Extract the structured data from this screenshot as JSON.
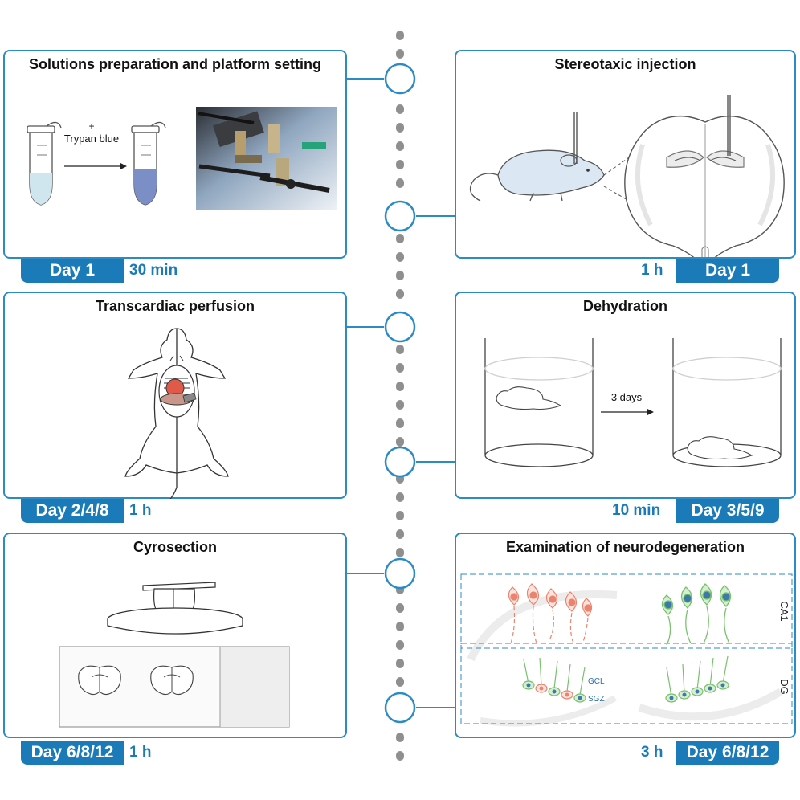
{
  "colors": {
    "accent": "#1a7bb8",
    "panel_border": "#2c8bc4",
    "timeline_dots": "#8f8f8f",
    "tube_liquid_clear": "#cfe6ee",
    "tube_liquid_blue": "#7b8fc6",
    "mouse_fill": "#dbe8f3",
    "heart": "#e05a4a",
    "liver": "#c9978a",
    "degenerating_neuron": "#e8846f",
    "healthy_neuron": "#7ac06f",
    "nucleus": "#3b7aa8"
  },
  "steps": [
    {
      "title": "Solutions preparation and platform setting",
      "day": "Day 1",
      "duration": "30 min",
      "labels": {
        "plus": "+",
        "reagent": "Trypan blue"
      }
    },
    {
      "title": "Stereotaxic injection",
      "day": "Day 1",
      "duration": "1 h"
    },
    {
      "title": "Transcardiac perfusion",
      "day": "Day 2/4/8",
      "duration": "1 h"
    },
    {
      "title": "Dehydration",
      "day": "Day 3/5/9",
      "duration": "10 min",
      "labels": {
        "interval": "3 days"
      }
    },
    {
      "title": "Cyrosection",
      "day": "Day 6/8/12",
      "duration": "1 h"
    },
    {
      "title": "Examination of neurodegeneration",
      "day": "Day 6/8/12",
      "duration": "3 h",
      "labels": {
        "ca1": "CA1",
        "dg": "DG",
        "gcl": "GCL",
        "sgz": "SGZ"
      }
    }
  ]
}
